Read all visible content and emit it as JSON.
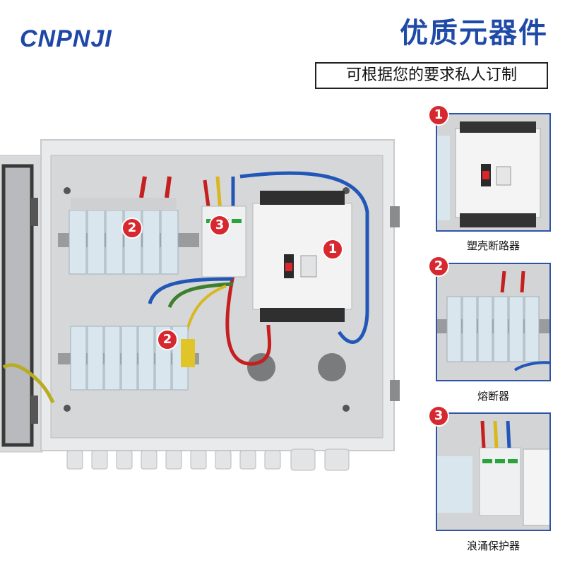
{
  "brand": {
    "logo": "CNPNJI"
  },
  "header": {
    "headline": "优质元器件",
    "subline": "可根据您的要求私人订制"
  },
  "callouts": [
    {
      "number": "1",
      "caption": "塑壳断路器"
    },
    {
      "number": "2",
      "caption": "熔断器"
    },
    {
      "number": "3",
      "caption": "浪涌保护器"
    }
  ],
  "main_badges": [
    "2",
    "3",
    "1",
    "2"
  ],
  "colors": {
    "brand_blue": "#1f47a8",
    "badge_red": "#d7282f",
    "panel_blue": "#2e54a8"
  }
}
